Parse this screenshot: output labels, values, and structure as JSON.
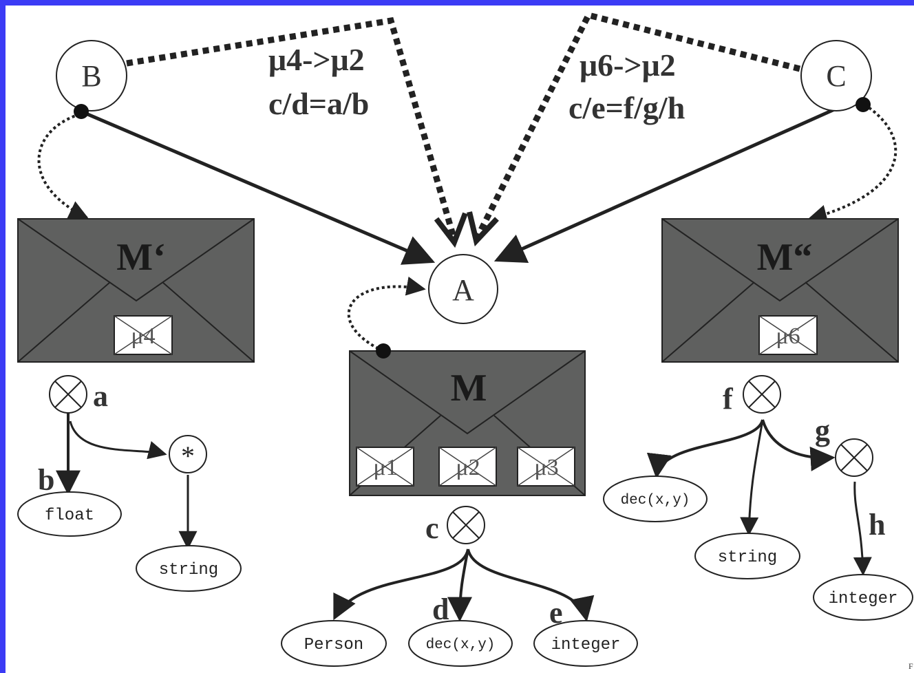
{
  "nodes": {
    "B": "B",
    "C": "C",
    "A": "A"
  },
  "mappings": {
    "left_line1": "μ4->μ2",
    "left_line2": "c/d=a/b",
    "right_line1": "μ6->μ2",
    "right_line2": "c/e=f/g/h"
  },
  "envelopes": {
    "left": {
      "title": "M‘",
      "stamps": [
        "μ4"
      ]
    },
    "center": {
      "title": "M",
      "stamps": [
        "μ1",
        "μ2",
        "μ3"
      ]
    },
    "right": {
      "title": "M“",
      "stamps": [
        "μ6"
      ]
    }
  },
  "left_tree": {
    "root_label": "a",
    "edge_label": "b",
    "star": "*",
    "types": [
      "float",
      "string"
    ]
  },
  "center_tree": {
    "root_label": "c",
    "edge_d": "d",
    "edge_e": "e",
    "types": [
      "Person",
      "dec(x,y)",
      "integer"
    ]
  },
  "right_tree": {
    "root_label": "f",
    "edge_g": "g",
    "edge_h": "h",
    "types": [
      "dec(x,y)",
      "string",
      "integer"
    ]
  },
  "corner_mark": "F"
}
